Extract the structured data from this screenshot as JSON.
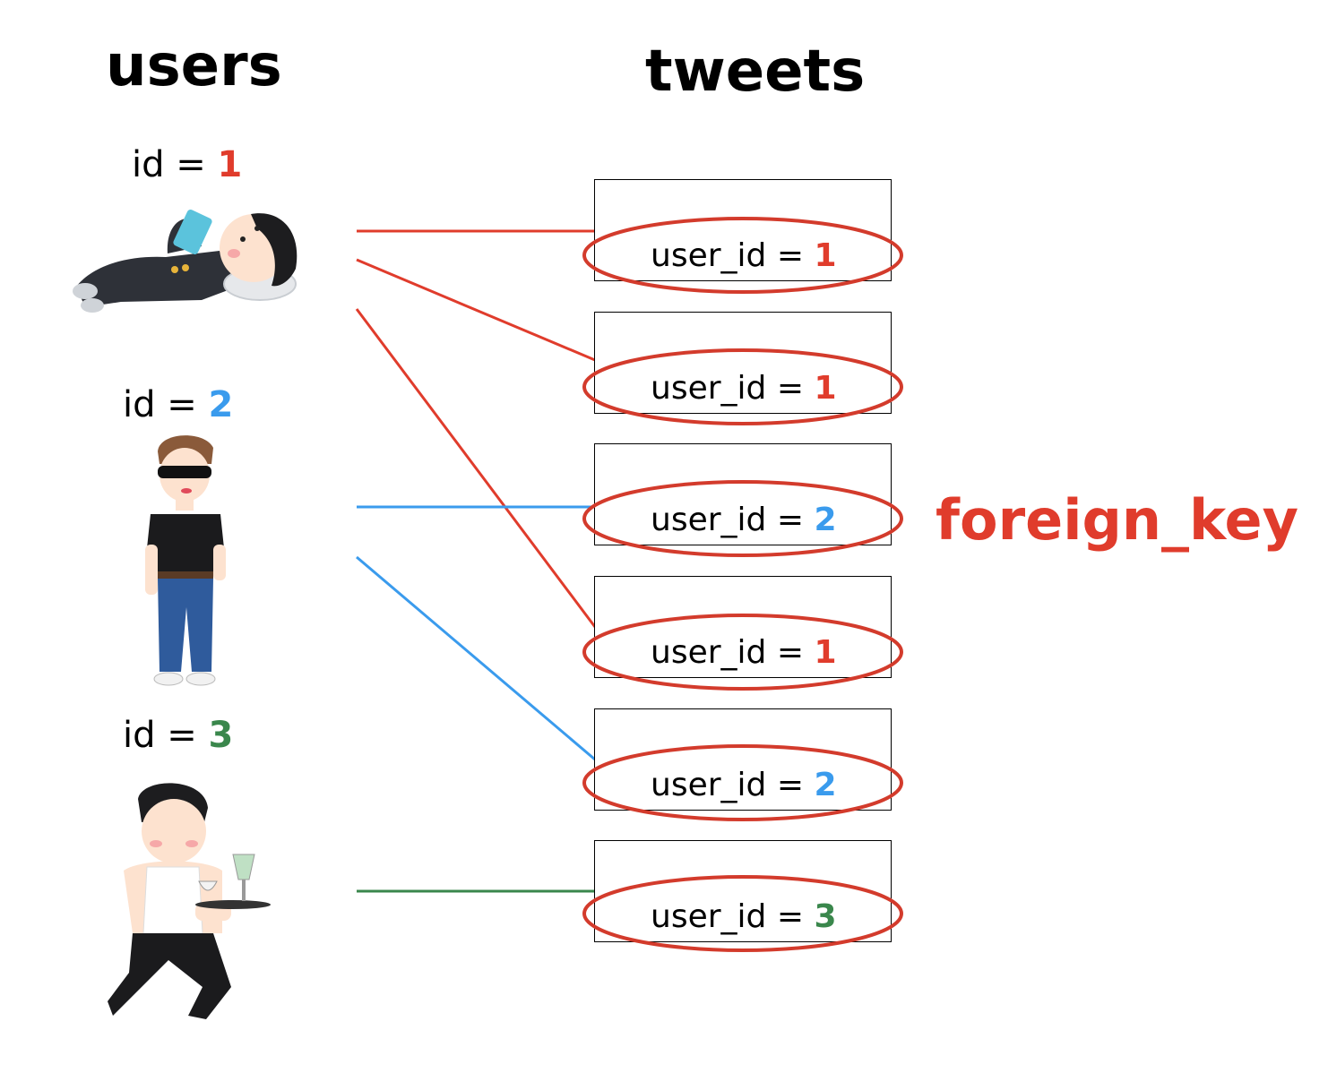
{
  "headings": {
    "users": "users",
    "tweets": "tweets"
  },
  "colors": {
    "red": "#e03c2c",
    "blue": "#3a9bed",
    "green": "#3a874c",
    "ellipse": "#d33b2c",
    "black": "#000000"
  },
  "users": [
    {
      "label": "id = ",
      "value": "1",
      "color": "#e03c2c",
      "figure": "lying-person-with-phone-icon"
    },
    {
      "label": "id = ",
      "value": "2",
      "color": "#3a9bed",
      "figure": "sunglasses-man-icon"
    },
    {
      "label": "id = ",
      "value": "3",
      "color": "#3a874c",
      "figure": "muscular-waiter-icon"
    }
  ],
  "tweets": [
    {
      "label": "user_id = ",
      "value": "1",
      "color": "#e03c2c"
    },
    {
      "label": "user_id = ",
      "value": "1",
      "color": "#e03c2c"
    },
    {
      "label": "user_id = ",
      "value": "2",
      "color": "#3a9bed"
    },
    {
      "label": "user_id = ",
      "value": "1",
      "color": "#e03c2c"
    },
    {
      "label": "user_id = ",
      "value": "2",
      "color": "#3a9bed"
    },
    {
      "label": "user_id = ",
      "value": "3",
      "color": "#3a874c"
    }
  ],
  "foreign_key_label": "foreign_key"
}
